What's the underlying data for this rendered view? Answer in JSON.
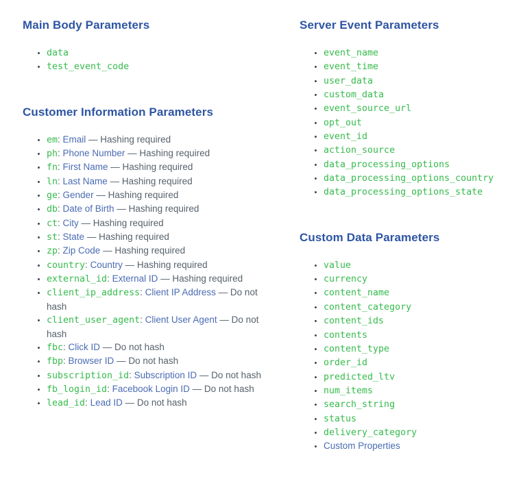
{
  "colors": {
    "heading_blue": "#2e55a3",
    "link_blue": "#4a6bb3",
    "code_green": "#35bb4c",
    "body_text": "#56616c",
    "background": "#ffffff"
  },
  "separators": {
    "colon": ":",
    "dash": "—"
  },
  "columns": [
    {
      "id": "left",
      "sections": [
        {
          "title": "Main Body Parameters",
          "items": [
            {
              "code": "data"
            },
            {
              "code": "test_event_code"
            }
          ]
        },
        {
          "title": "Customer Information Parameters",
          "items": [
            {
              "code": "em",
              "label": "Email",
              "note": "Hashing required"
            },
            {
              "code": "ph",
              "label": "Phone Number",
              "note": "Hashing required"
            },
            {
              "code": "fn",
              "label": "First Name",
              "note": "Hashing required"
            },
            {
              "code": "ln",
              "label": "Last Name",
              "note": "Hashing required"
            },
            {
              "code": "ge",
              "label": "Gender",
              "note": "Hashing required"
            },
            {
              "code": "db",
              "label": "Date of Birth",
              "note": "Hashing required"
            },
            {
              "code": "ct",
              "label": "City",
              "note": "Hashing required"
            },
            {
              "code": "st",
              "label": "State",
              "note": "Hashing required"
            },
            {
              "code": "zp",
              "label": "Zip Code",
              "note": "Hashing required"
            },
            {
              "code": "country",
              "label": "Country",
              "note": "Hashing required"
            },
            {
              "code": "external_id",
              "label": "External ID",
              "note": "Hashing required"
            },
            {
              "code": "client_ip_address",
              "label": "Client IP Address",
              "note": "Do not hash"
            },
            {
              "code": "client_user_agent",
              "label": "Client User Agent",
              "note": "Do not hash"
            },
            {
              "code": "fbc",
              "label": "Click ID",
              "note": "Do not hash"
            },
            {
              "code": "fbp",
              "label": "Browser ID",
              "note": "Do not hash"
            },
            {
              "code": "subscription_id",
              "label": "Subscription ID",
              "note": "Do not hash"
            },
            {
              "code": "fb_login_id",
              "label": "Facebook Login ID",
              "note": "Do not hash"
            },
            {
              "code": "lead_id",
              "label": "Lead ID",
              "note": "Do not hash"
            }
          ]
        }
      ]
    },
    {
      "id": "right",
      "sections": [
        {
          "title": "Server Event Parameters",
          "items": [
            {
              "code": "event_name"
            },
            {
              "code": "event_time"
            },
            {
              "code": "user_data"
            },
            {
              "code": "custom_data"
            },
            {
              "code": "event_source_url"
            },
            {
              "code": "opt_out"
            },
            {
              "code": "event_id"
            },
            {
              "code": "action_source"
            },
            {
              "code": "data_processing_options"
            },
            {
              "code": "data_processing_options_country"
            },
            {
              "code": "data_processing_options_state"
            }
          ]
        },
        {
          "title": "Custom Data Parameters",
          "items": [
            {
              "code": "value"
            },
            {
              "code": "currency"
            },
            {
              "code": "content_name"
            },
            {
              "code": "content_category"
            },
            {
              "code": "content_ids"
            },
            {
              "code": "contents"
            },
            {
              "code": "content_type"
            },
            {
              "code": "order_id"
            },
            {
              "code": "predicted_ltv"
            },
            {
              "code": "num_items"
            },
            {
              "code": "search_string"
            },
            {
              "code": "status"
            },
            {
              "code": "delivery_category"
            },
            {
              "label": "Custom Properties"
            }
          ]
        }
      ]
    }
  ]
}
